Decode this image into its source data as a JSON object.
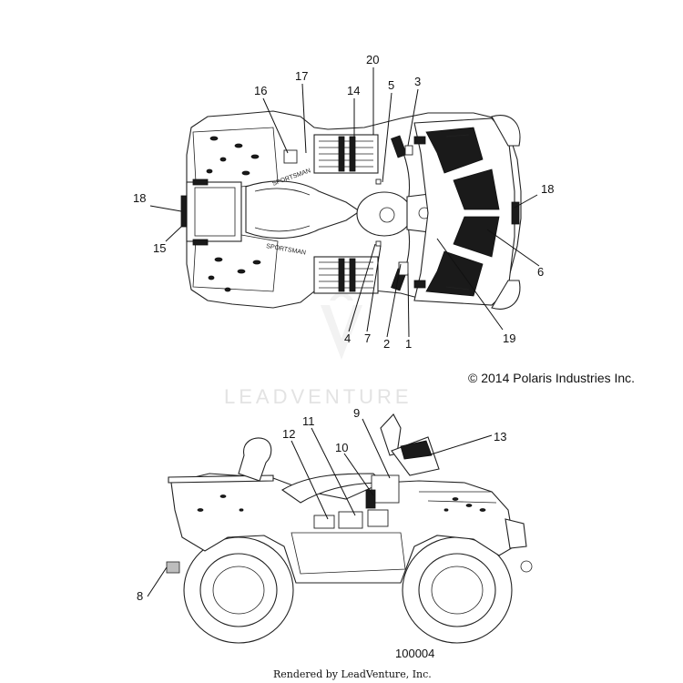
{
  "callouts_top": [
    "20",
    "17",
    "5",
    "3",
    "16",
    "14",
    "18",
    "18",
    "15",
    "6",
    "4",
    "7",
    "2",
    "1",
    "19"
  ],
  "callouts_side": [
    "11",
    "9",
    "12",
    "10",
    "13",
    "8"
  ],
  "copyright": "© 2014 Polaris Industries Inc.",
  "watermark": "LEADVENTURE",
  "part_number": "100004",
  "rendered_by": "Rendered by LeadVenture, Inc.",
  "vehicle_badge_text": "SPORTSMAN"
}
